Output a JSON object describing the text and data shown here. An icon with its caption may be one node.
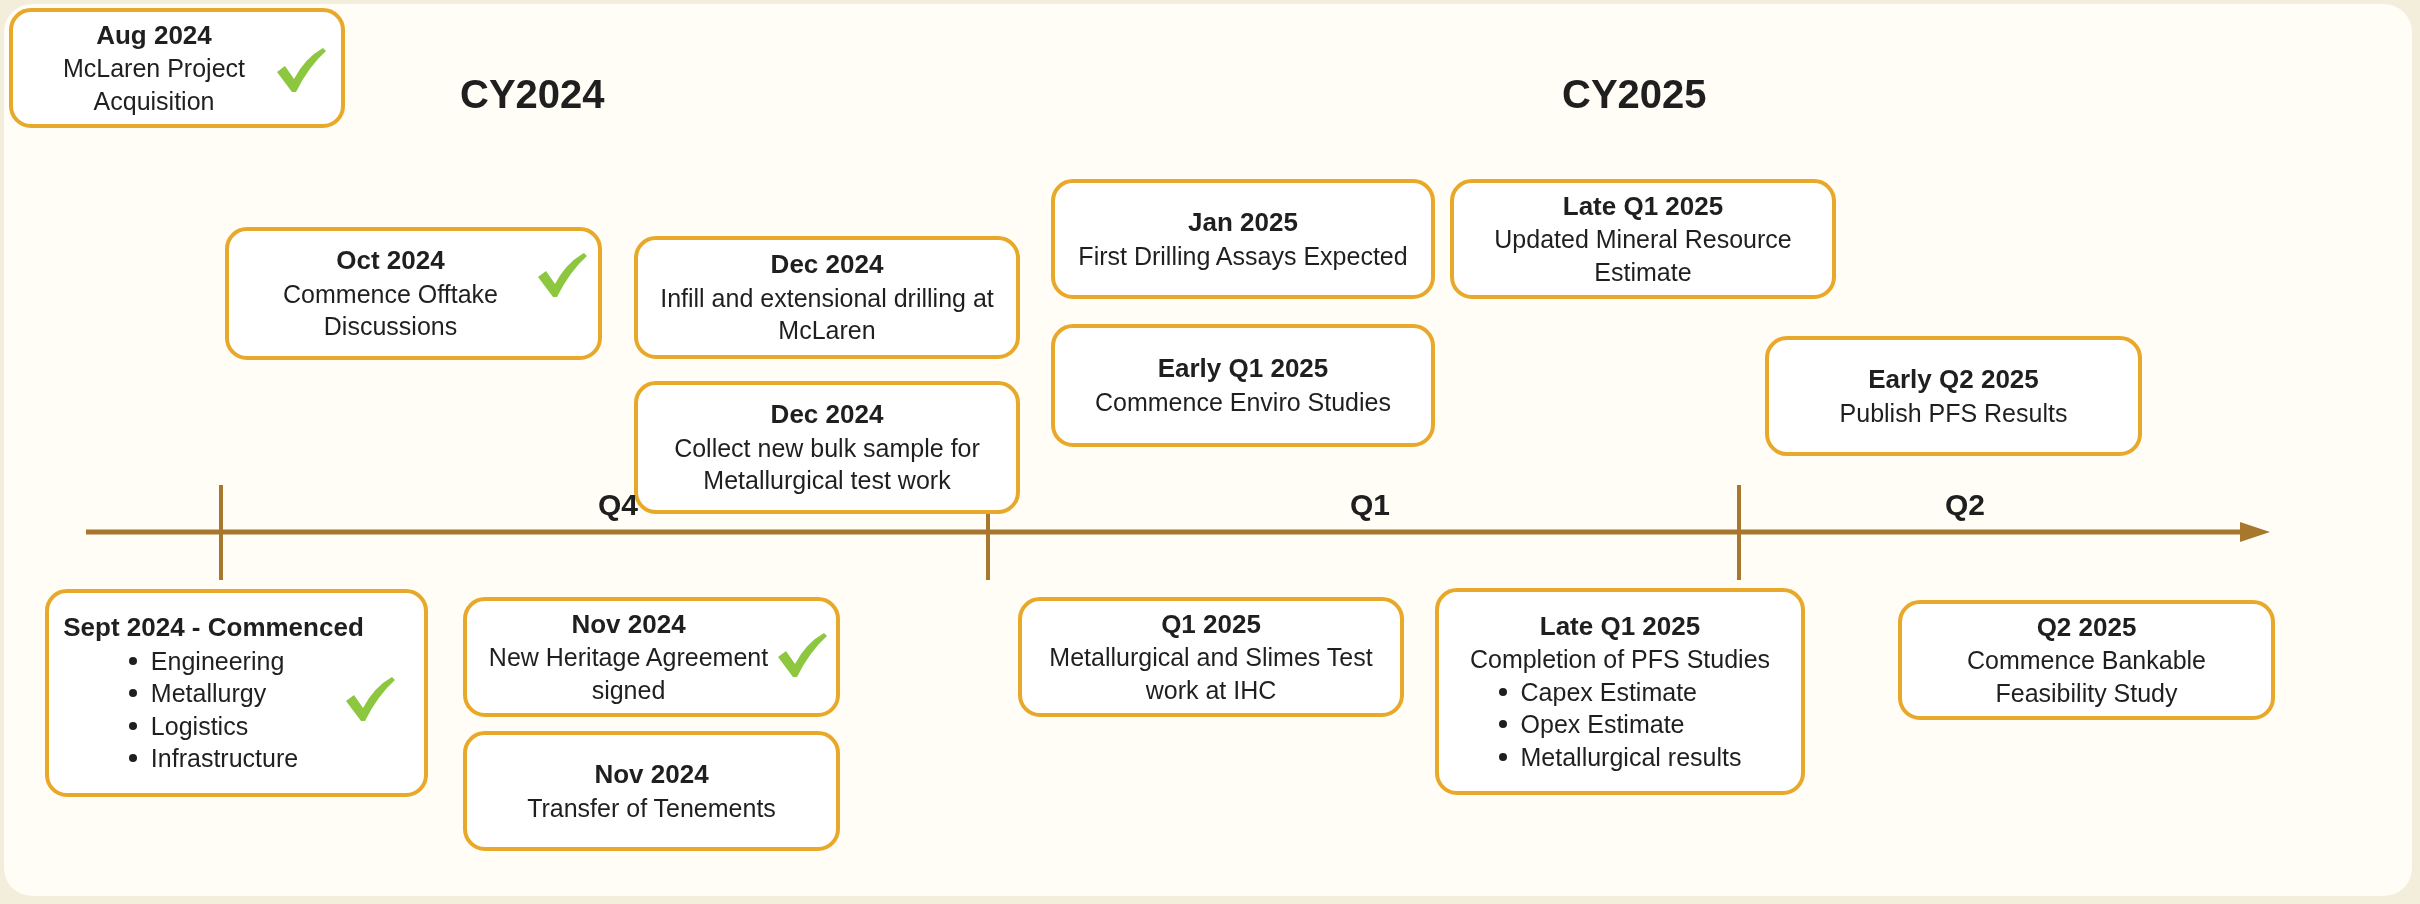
{
  "diagram": {
    "nodes": [
      {
        "text": [
          "Aug 2024",
          "McLaren Project Acquisition"
        ]
      },
      {
        "text": [
          "Oct 2024",
          "Commence Offtake Discussions"
        ]
      },
      {
        "text": [
          "Dec 2024",
          "Infill and extensional drilling at McLaren"
        ]
      },
      {
        "text": [
          "Dec 2024",
          "Collect new bulk sample for Metallurgical test work"
        ]
      },
      {
        "text": [
          "Jan 2025",
          "First Drilling Assays Expected"
        ]
      },
      {
        "text": [
          "Early Q1 2025",
          "Commence Enviro Studies"
        ]
      },
      {
        "text": [
          "Late Q1 2025",
          "Updated Mineral Resource Estimate"
        ]
      },
      {
        "text": [
          "Early Q2 2025",
          "Publish PFS Results"
        ]
      },
      {
        "text": [
          "Sept 2024 - Commenced",
          "Engineering",
          "Metallurgy",
          "Logistics",
          "Infrastructure"
        ]
      },
      {
        "text": [
          "Nov 2024",
          "New Heritage Agreement signed"
        ]
      },
      {
        "text": [
          "Nov 2024",
          "Transfer of Tenements"
        ]
      },
      {
        "text": [
          "Q1 2025",
          "Metallurgical and Slimes Test work at IHC"
        ]
      },
      {
        "text": [
          "Late Q1 2025",
          "Completion of PFS Studies",
          "Capex Estimate",
          "Opex Estimate",
          "Metallurgical results"
        ]
      },
      {
        "text": [
          "Q2 2025",
          "Commence Bankable Feasibility Study"
        ]
      }
    ],
    "edges": [],
    "labels": [
      "CY2024",
      "CY2025",
      "Q4",
      "Q1",
      "Q2"
    ]
  }
}
